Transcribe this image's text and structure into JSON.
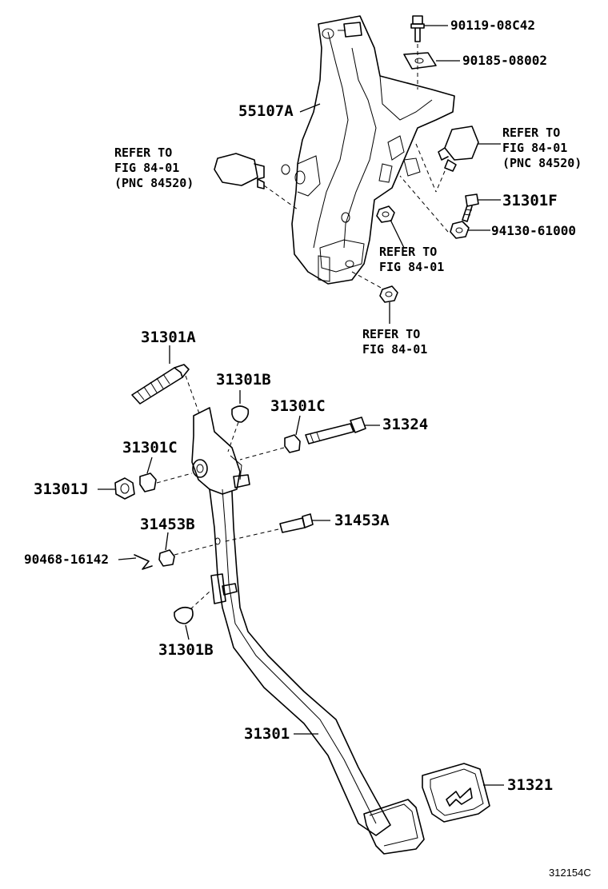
{
  "labels": {
    "p55107A": "55107A",
    "p90119": "90119-08C42",
    "p90185": "90185-08002",
    "p31301F": "31301F",
    "p94130": "94130-61000",
    "p31301A": "31301A",
    "p31301B_top": "31301B",
    "p31301C_right": "31301C",
    "p31324": "31324",
    "p31301C_left": "31301C",
    "p31301J": "31301J",
    "p31453B": "31453B",
    "p31453A": "31453A",
    "p90468": "90468-16142",
    "p31301B_bottom": "31301B",
    "p31301": "31301",
    "p31321": "31321"
  },
  "refs": {
    "left_switch": [
      "REFER TO",
      "FIG 84-01",
      "(PNC 84520)"
    ],
    "right_switch": [
      "REFER TO",
      "FIG 84-01",
      "(PNC 84520)"
    ],
    "nut_mid": [
      "REFER TO",
      "FIG 84-01"
    ],
    "nut_bottom": [
      "REFER TO",
      "FIG 84-01"
    ]
  },
  "diagram_code": "312154C"
}
